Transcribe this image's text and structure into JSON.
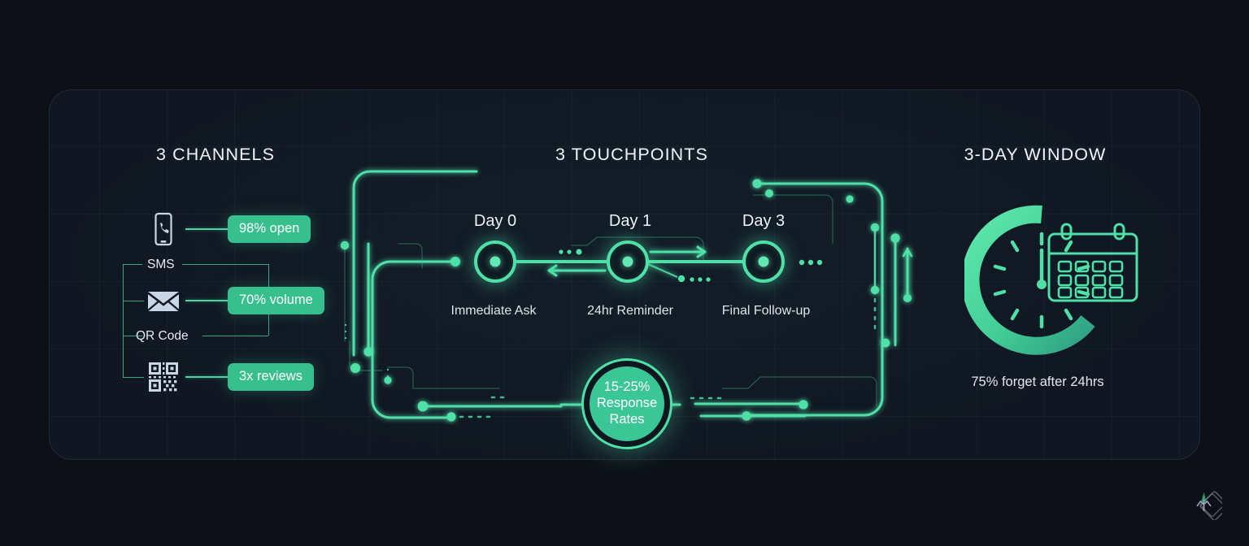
{
  "sections": {
    "channels": {
      "title": "3 CHANNELS",
      "rows": [
        {
          "icon": "smartphone-icon",
          "badge": "98% open"
        },
        {
          "icon": "envelope-icon",
          "badge": "70% volume"
        },
        {
          "icon": "qr-code-icon",
          "badge": "3x reviews"
        }
      ],
      "bracket_labels": [
        "SMS",
        "QR Code"
      ]
    },
    "touchpoints": {
      "title": "3 TOUCHPOINTS",
      "nodes": [
        {
          "day": "Day 0",
          "label": "Immediate Ask"
        },
        {
          "day": "Day 1",
          "label": "24hr Reminder"
        },
        {
          "day": "Day 3",
          "label": "Final Follow-up"
        }
      ],
      "response_badge": {
        "value": "15-25%",
        "line2": "Response",
        "line3": "Rates"
      }
    },
    "window": {
      "title": "3-DAY WINDOW",
      "icons": [
        "clock-gauge-icon",
        "calendar-icon"
      ],
      "caption": "75% forget after 24hrs"
    }
  },
  "branding": {
    "logo": "diamond-arrow-logo"
  },
  "colors": {
    "background": "#0d1117",
    "panel": "#101722",
    "accent_green": "#4fe0a8",
    "badge_green": "#37c08d",
    "icon_blue": "#c8d6e5",
    "text_primary": "#f2f5f8"
  }
}
